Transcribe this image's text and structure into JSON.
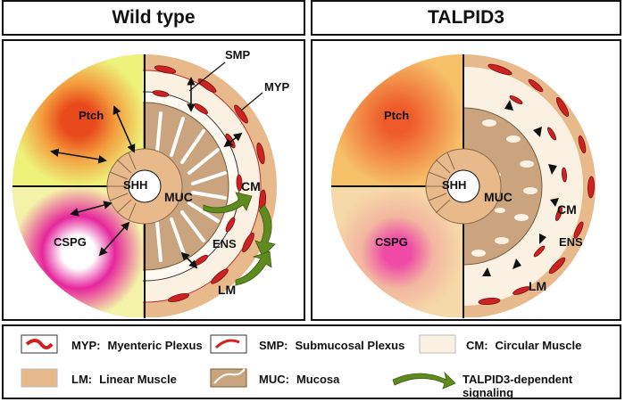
{
  "panels": {
    "left_title": "Wild type",
    "right_title": "TALPID3"
  },
  "labels": {
    "ptch": "Ptch",
    "shh": "SHH",
    "cspg": "CSPG",
    "muc": "MUC",
    "cm": "CM",
    "ens": "ENS",
    "lm": "LM",
    "smp": "SMP",
    "myp": "MYP"
  },
  "legend": {
    "myp": {
      "abbr": "MYP:",
      "text": "Myenteric Plexus"
    },
    "smp": {
      "abbr": "SMP:",
      "text": "Submucosal Plexus"
    },
    "cm": {
      "abbr": "CM:",
      "text": "Circular Muscle"
    },
    "lm": {
      "abbr": "LM:",
      "text": "Linear Muscle"
    },
    "muc": {
      "abbr": "MUC:",
      "text": "Mucosa"
    },
    "signal": {
      "text": "TALPID3-dependent signaling"
    }
  },
  "colors": {
    "outer_ring": "#e8b98a",
    "cm_layer": "#fbf1e2",
    "mucosa": "#c9a47e",
    "plexus_red": "#cc2222",
    "arrow_green": "#5f8a1f",
    "ptch_yellow": "#f0f27a",
    "ptch_orange": "#f39a3c",
    "cspg_pink": "#e6269c"
  }
}
